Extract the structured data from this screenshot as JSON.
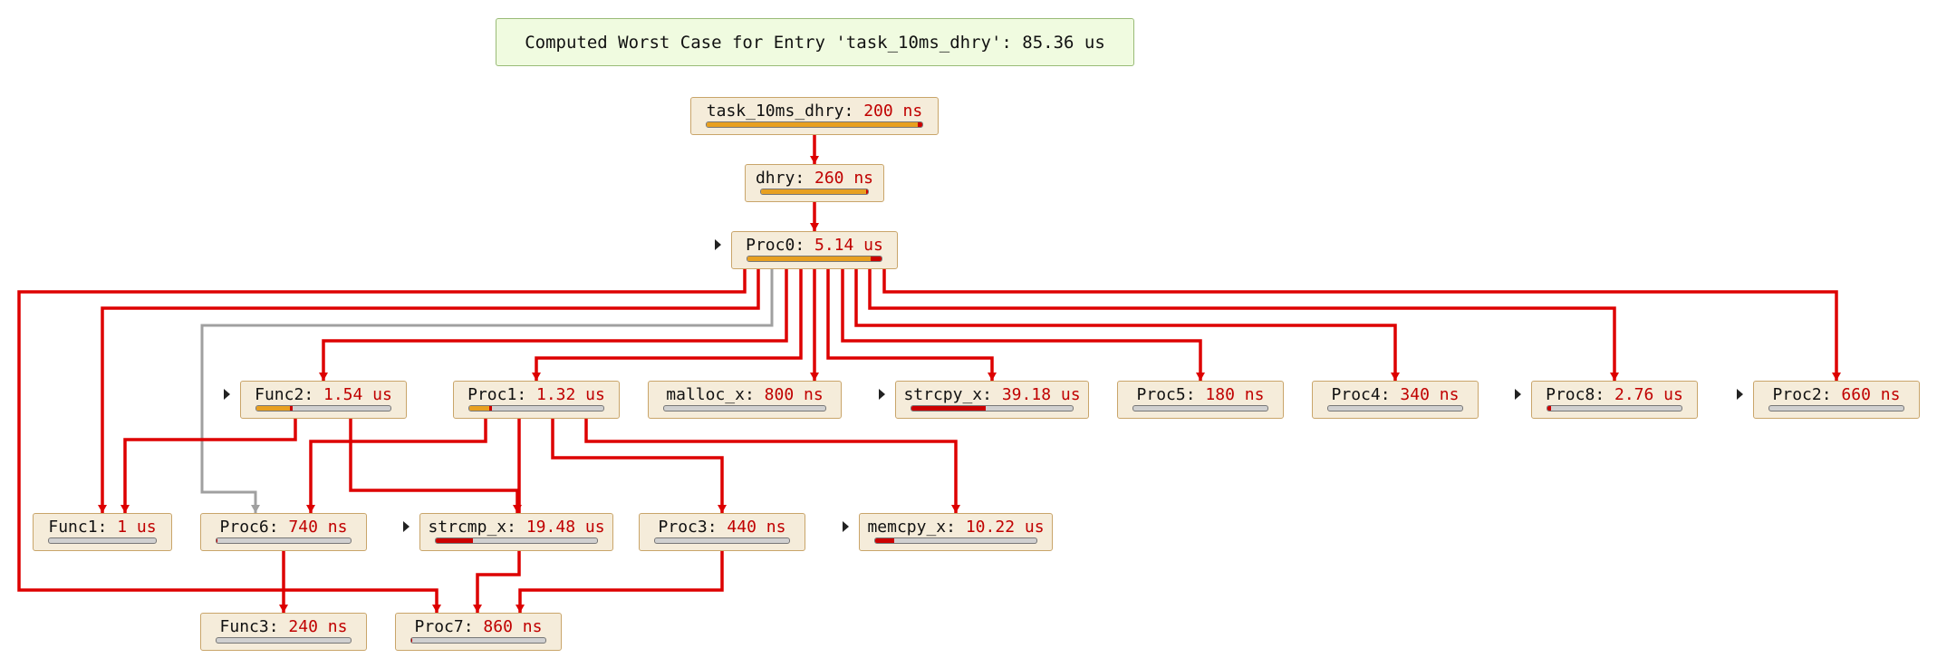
{
  "banner": "Computed Worst Case for Entry 'task_10ms_dhry': 85.36 us",
  "colors": {
    "edge": "#dd0000",
    "edge_gray": "#a0a0a0",
    "bar_gray": "#d0d0d0",
    "bar_orange": "#e8a020",
    "bar_red": "#cc0000"
  },
  "nodes": {
    "task": {
      "name": "task_10ms_dhry",
      "value": "200 ns",
      "bar": [
        {
          "color": "orange",
          "frac": 0.98
        },
        {
          "color": "red",
          "frac": 0.02
        }
      ]
    },
    "dhry": {
      "name": "dhry",
      "value": "260 ns",
      "bar": [
        {
          "color": "orange",
          "frac": 0.98
        },
        {
          "color": "red",
          "frac": 0.02
        }
      ]
    },
    "proc0": {
      "name": "Proc0",
      "value": "5.14 us",
      "bar": [
        {
          "color": "orange",
          "frac": 0.92
        },
        {
          "color": "red",
          "frac": 0.08
        }
      ]
    },
    "func2": {
      "name": "Func2",
      "value": "1.54 us",
      "bar": [
        {
          "color": "orange",
          "frac": 0.25
        },
        {
          "color": "red",
          "frac": 0.02
        }
      ]
    },
    "proc1": {
      "name": "Proc1",
      "value": "1.32 us",
      "bar": [
        {
          "color": "orange",
          "frac": 0.15
        },
        {
          "color": "red",
          "frac": 0.02
        }
      ]
    },
    "malloc": {
      "name": "malloc_x",
      "value": "800 ns",
      "bar": []
    },
    "strcpy": {
      "name": "strcpy_x",
      "value": "39.18 us",
      "bar": [
        {
          "color": "red",
          "frac": 0.46
        }
      ]
    },
    "proc5": {
      "name": "Proc5",
      "value": "180 ns",
      "bar": []
    },
    "proc4": {
      "name": "Proc4",
      "value": "340 ns",
      "bar": []
    },
    "proc8": {
      "name": "Proc8",
      "value": "2.76 us",
      "bar": [
        {
          "color": "red",
          "frac": 0.03
        }
      ]
    },
    "proc2": {
      "name": "Proc2",
      "value": "660 ns",
      "bar": []
    },
    "func1": {
      "name": "Func1",
      "value": "1 us",
      "bar": []
    },
    "proc6": {
      "name": "Proc6",
      "value": "740 ns",
      "bar": [
        {
          "color": "red",
          "frac": 0.01
        }
      ]
    },
    "strcmp": {
      "name": "strcmp_x",
      "value": "19.48 us",
      "bar": [
        {
          "color": "red",
          "frac": 0.23
        }
      ]
    },
    "proc3": {
      "name": "Proc3",
      "value": "440 ns",
      "bar": []
    },
    "memcpy": {
      "name": "memcpy_x",
      "value": "10.22 us",
      "bar": [
        {
          "color": "red",
          "frac": 0.12
        }
      ]
    },
    "func3": {
      "name": "Func3",
      "value": "240 ns",
      "bar": []
    },
    "proc7": {
      "name": "Proc7",
      "value": "860 ns",
      "bar": [
        {
          "color": "red",
          "frac": 0.01
        }
      ]
    }
  },
  "expanders": [
    "proc0",
    "func2",
    "strcpy",
    "proc8",
    "proc2",
    "strcmp",
    "memcpy"
  ]
}
